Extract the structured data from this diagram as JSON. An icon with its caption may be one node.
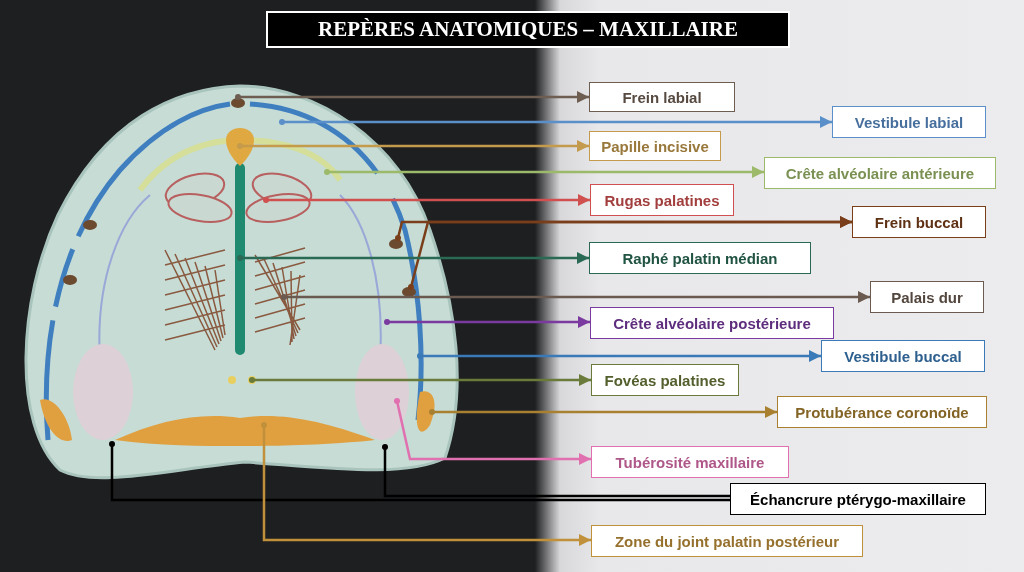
{
  "diagram": {
    "title": "REPÈRES ANATOMIQUES – MAXILLAIRE",
    "nodes": [
      {
        "text": [
          "Frein labial"
        ]
      },
      {
        "text": [
          "Vestibule labial"
        ]
      },
      {
        "text": [
          "Papille incisive"
        ]
      },
      {
        "text": [
          "Crête alvéolaire antérieure"
        ]
      },
      {
        "text": [
          "Rugas palatines"
        ]
      },
      {
        "text": [
          "Frein buccal"
        ]
      },
      {
        "text": [
          "Raphé palatin médian"
        ]
      },
      {
        "text": [
          "Palais dur"
        ]
      },
      {
        "text": [
          "Crête alvéolaire postérieure"
        ]
      },
      {
        "text": [
          "Vestibule buccal"
        ]
      },
      {
        "text": [
          "Fovéas palatines"
        ]
      },
      {
        "text": [
          "Protubérance coronoïde"
        ]
      },
      {
        "text": [
          "Tubérosité maxillaire"
        ]
      },
      {
        "text": [
          "Échancrure ptérygo-maxillaire"
        ]
      },
      {
        "text": [
          "Zone du joint palatin postérieur"
        ]
      }
    ],
    "edges": [
      {
        "from": null,
        "to": 0,
        "arrow": "to",
        "color": "#6e5e52"
      },
      {
        "from": null,
        "to": 1,
        "arrow": "to",
        "color": "#5b8fc9"
      },
      {
        "from": null,
        "to": 2,
        "arrow": "to",
        "color": "#c49a4c"
      },
      {
        "from": null,
        "to": 3,
        "arrow": "to",
        "color": "#9cba6a"
      },
      {
        "from": null,
        "to": 4,
        "arrow": "to",
        "color": "#d05050"
      },
      {
        "from": null,
        "to": 5,
        "arrow": "to",
        "color": "#7a3f1a"
      },
      {
        "from": null,
        "to": 5,
        "arrow": "to",
        "color": "#7a3f1a"
      },
      {
        "from": null,
        "to": 6,
        "arrow": "to",
        "color": "#2a6a55"
      },
      {
        "from": null,
        "to": 7,
        "arrow": "to",
        "color": "#6a5a50"
      },
      {
        "from": null,
        "to": 8,
        "arrow": "to",
        "color": "#7a3aa0"
      },
      {
        "from": null,
        "to": 9,
        "arrow": "to",
        "color": "#3a7ab8"
      },
      {
        "from": null,
        "to": 10,
        "arrow": "to",
        "color": "#6a7a3a"
      },
      {
        "from": null,
        "to": 11,
        "arrow": "to",
        "color": "#a88030"
      },
      {
        "from": null,
        "to": 12,
        "arrow": "to",
        "color": "#e070b0"
      },
      {
        "from": null,
        "to": 13,
        "arrow": "other",
        "color": "#000000"
      },
      {
        "from": null,
        "to": 13,
        "arrow": "other",
        "color": "#000000"
      },
      {
        "from": null,
        "to": 14,
        "arrow": "to",
        "color": "#c0903a"
      }
    ]
  }
}
